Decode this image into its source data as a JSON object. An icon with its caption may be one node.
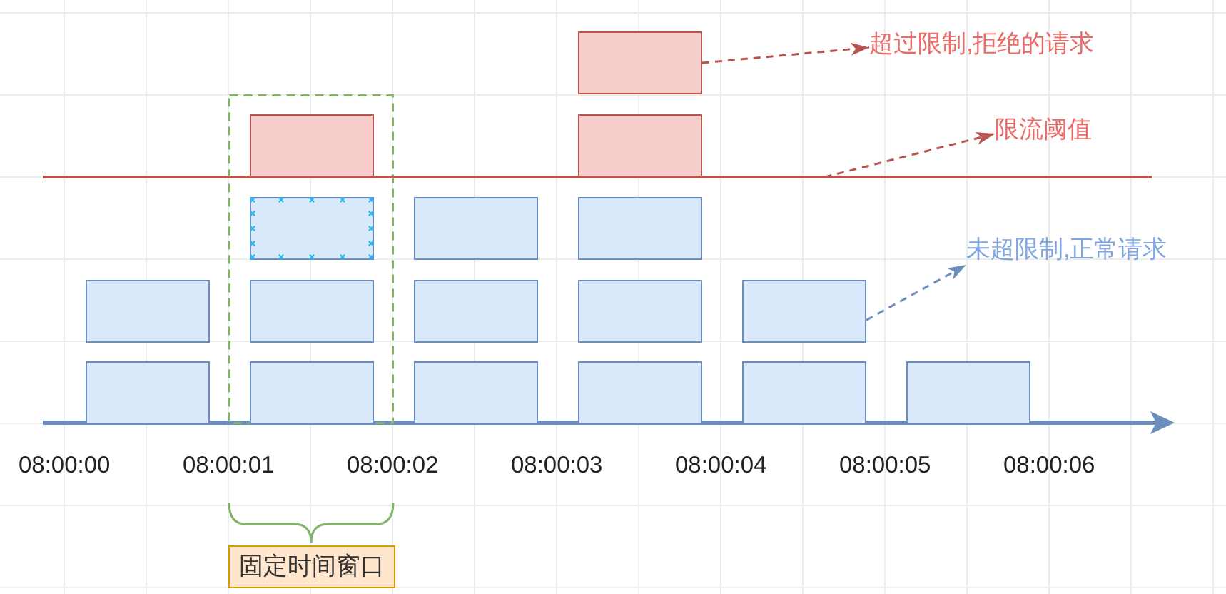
{
  "diagram": {
    "nodes": [
      {
        "text": [],
        "shape": "box"
      },
      {
        "text": [],
        "shape": "box"
      },
      {
        "text": [],
        "shape": "box"
      },
      {
        "text": [],
        "shape": "box",
        "in": 2
      },
      {
        "text": [],
        "shape": "box",
        "in": 2
      },
      {
        "text": [],
        "shape": "box",
        "in": 2
      },
      {
        "text": [],
        "shape": "box",
        "in": 2
      },
      {
        "text": [],
        "shape": "box"
      },
      {
        "text": [],
        "shape": "box"
      },
      {
        "text": [],
        "shape": "box"
      },
      {
        "text": [],
        "shape": "box"
      },
      {
        "text": [],
        "shape": "box"
      },
      {
        "text": [],
        "shape": "box"
      },
      {
        "text": [],
        "shape": "box"
      },
      {
        "text": [],
        "shape": "box"
      },
      {
        "text": [],
        "shape": "box"
      },
      {
        "text": [],
        "shape": "box"
      },
      {
        "text": [],
        "shape": "box"
      },
      {
        "text": [],
        "shape": "line"
      },
      {
        "text": [
          "超过限制,拒绝的请求"
        ]
      },
      {
        "text": [
          "限流阈值"
        ]
      },
      {
        "text": [
          "未超限制,正常请求"
        ]
      },
      {
        "text": [
          "固定时间窗口"
        ]
      }
    ],
    "edges": [
      {
        "from": 10,
        "to": 19,
        "arrow": "to",
        "style": "dashed",
        "color": "#b85450"
      },
      {
        "from": 18,
        "to": 20,
        "arrow": "to",
        "style": "dashed",
        "color": "#b85450"
      },
      {
        "from": 15,
        "to": 21,
        "arrow": "to",
        "style": "dashed",
        "color": "#6c8ebf"
      }
    ],
    "labels": [
      "08:00:00",
      "08:00:01",
      "08:00:02",
      "08:00:03",
      "08:00:04",
      "08:00:05",
      "08:00:06"
    ]
  }
}
